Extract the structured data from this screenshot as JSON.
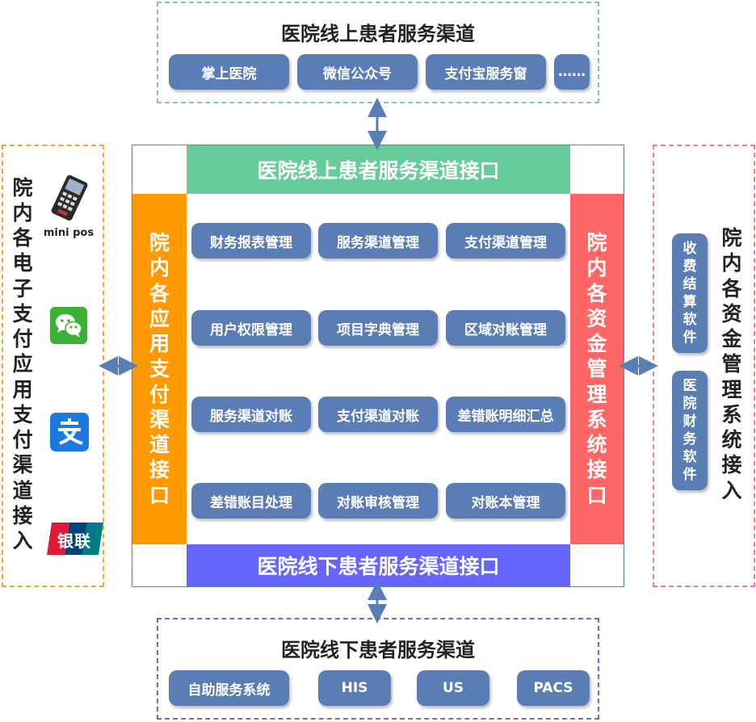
{
  "top_channel": {
    "title": "医院线上患者服务渠道",
    "items": [
      "掌上医院",
      "微信公众号",
      "支付宝服务窗",
      "……"
    ],
    "border_color": "#7fcba6"
  },
  "bottom_channel": {
    "title": "医院线下患者服务渠道",
    "items": [
      "自助服务系统",
      "HIS",
      "US",
      "PACS"
    ],
    "border_color": "#6b6bd8"
  },
  "left_panel": {
    "title": "院内各电子支付应用支付渠道接入",
    "pos_label": "mini pos",
    "unionpay_label": "银联",
    "border_color": "#f5a623"
  },
  "right_panel": {
    "title": "院内各资金管理系统接入",
    "items": [
      "收费结算软件",
      "医院财务软件"
    ],
    "border_color": "#f08080"
  },
  "center": {
    "top_band": "医院线上患者服务渠道接口",
    "bottom_band": "医院线下患者服务渠道接口",
    "left_band": "院内各应用支付渠道接口",
    "right_band": "院内各资金管理系统接口",
    "modules": [
      "财务报表管理",
      "服务渠道管理",
      "支付渠道管理",
      "用户权限管理",
      "项目字典管理",
      "区域对账管理",
      "服务渠道对账",
      "支付渠道对账",
      "差错账明细汇总",
      "差错账目处理",
      "对账审核管理",
      "对账本管理"
    ],
    "colors": {
      "top_band": "#66cc99",
      "bottom_band": "#6666ff",
      "left_band": "#ff9900",
      "right_band": "#ff6666",
      "module": "#5b7db6",
      "arrow": "#5b7db6"
    }
  }
}
